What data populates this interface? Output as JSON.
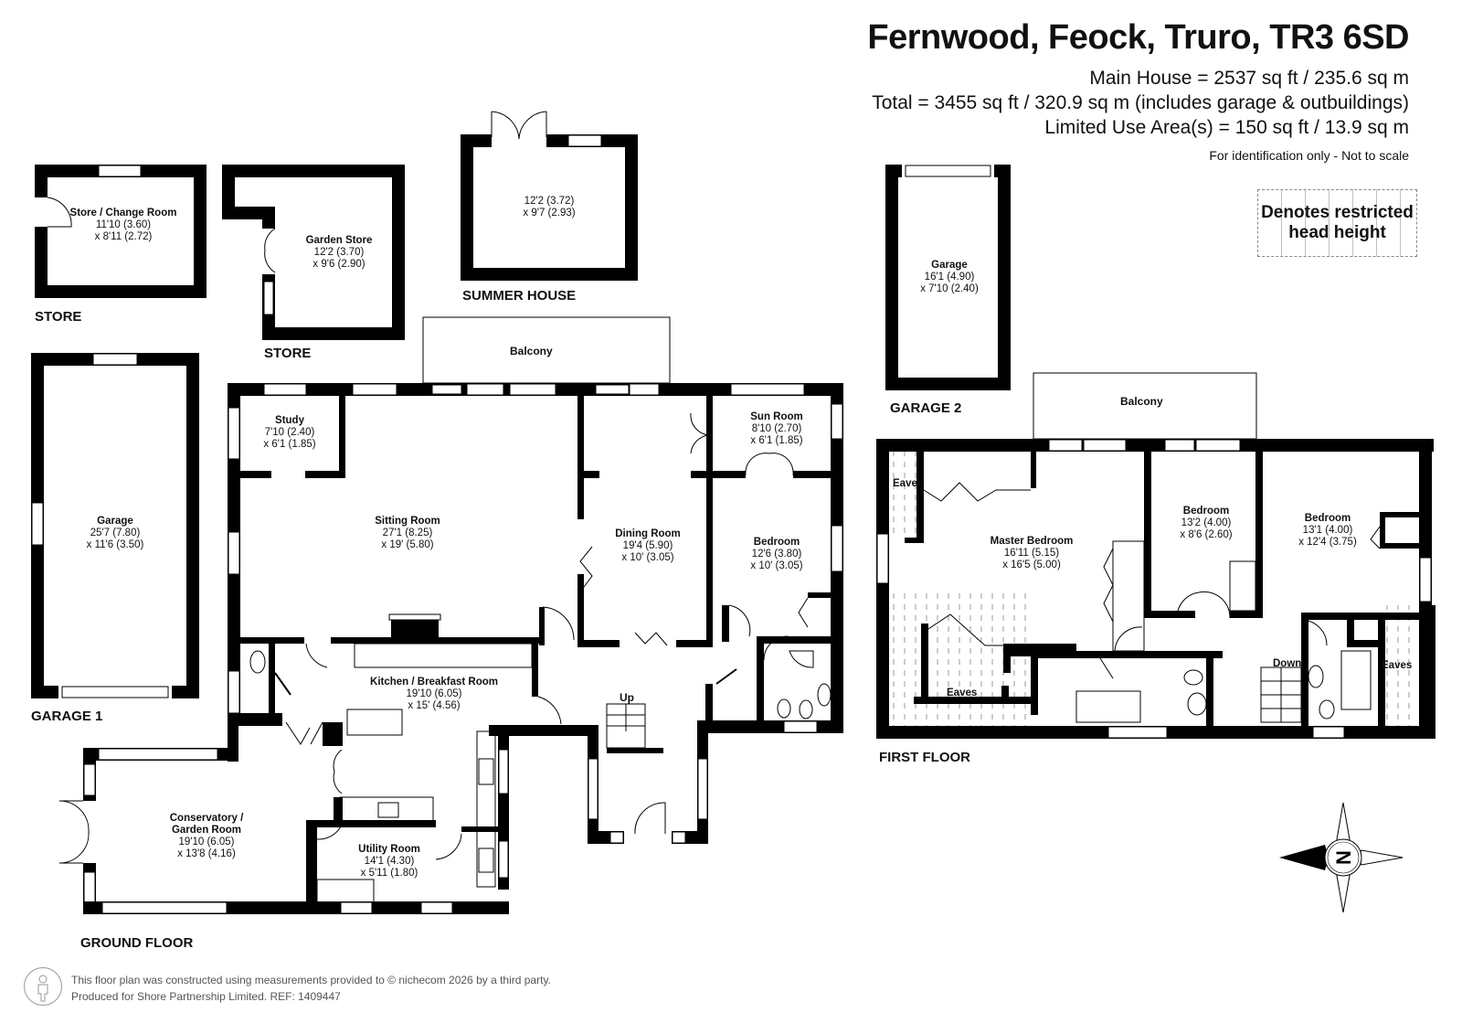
{
  "header": {
    "title": "Fernwood, Feock, Truro, TR3 6SD",
    "main_house": "Main House = 2537 sq ft / 235.6 sq m",
    "total": "Total = 3455 sq ft / 320.9 sq m (includes garage & outbuildings)",
    "limited_use": "Limited Use Area(s) = 150 sq ft / 13.9 sq m",
    "disclaimer": "For identification only - Not to scale"
  },
  "legend": {
    "restricted_head_height": "Denotes restricted head height"
  },
  "sections": {
    "store1": "STORE",
    "store2": "STORE",
    "summer_house": "SUMMER HOUSE",
    "garage1": "GARAGE 1",
    "garage2": "GARAGE 2",
    "ground_floor": "GROUND FLOOR",
    "first_floor": "FIRST FLOOR"
  },
  "rooms": {
    "store_change": {
      "name": "Store / Change Room",
      "dim1": "11'10 (3.60)",
      "dim2": "x 8'11 (2.72)"
    },
    "garden_store": {
      "name": "Garden Store",
      "dim1": "12'2 (3.70)",
      "dim2": "x 9'6 (2.90)"
    },
    "summer_house": {
      "name": "",
      "dim1": "12'2 (3.72)",
      "dim2": "x 9'7 (2.93)"
    },
    "garage1": {
      "name": "Garage",
      "dim1": "25'7 (7.80)",
      "dim2": "x 11'6 (3.50)"
    },
    "garage2": {
      "name": "Garage",
      "dim1": "16'1 (4.90)",
      "dim2": "x 7'10 (2.40)"
    },
    "study": {
      "name": "Study",
      "dim1": "7'10 (2.40)",
      "dim2": "x 6'1 (1.85)"
    },
    "sitting": {
      "name": "Sitting Room",
      "dim1": "27'1 (8.25)",
      "dim2": "x 19' (5.80)"
    },
    "dining": {
      "name": "Dining Room",
      "dim1": "19'4 (5.90)",
      "dim2": "x 10' (3.05)"
    },
    "sun": {
      "name": "Sun Room",
      "dim1": "8'10 (2.70)",
      "dim2": "x 6'1 (1.85)"
    },
    "bedroom_gf": {
      "name": "Bedroom",
      "dim1": "12'6 (3.80)",
      "dim2": "x 10' (3.05)"
    },
    "kitchen": {
      "name": "Kitchen / Breakfast Room",
      "dim1": "19'10 (6.05)",
      "dim2": "x 15' (4.56)"
    },
    "conservatory": {
      "name": "Conservatory / Garden Room",
      "dim1": "19'10 (6.05)",
      "dim2": "x 13'8 (4.16)"
    },
    "utility": {
      "name": "Utility Room",
      "dim1": "14'1 (4.30)",
      "dim2": "x 5'11 (1.80)"
    },
    "master": {
      "name": "Master Bedroom",
      "dim1": "16'11 (5.15)",
      "dim2": "x 16'5 (5.00)"
    },
    "bedroom_ff1": {
      "name": "Bedroom",
      "dim1": "13'2 (4.00)",
      "dim2": "x 8'6 (2.60)"
    },
    "bedroom_ff2": {
      "name": "Bedroom",
      "dim1": "13'1 (4.00)",
      "dim2": "x 12'4 (3.75)"
    }
  },
  "labels": {
    "balcony_gf": "Balcony",
    "balcony_ff": "Balcony",
    "up": "Up",
    "down": "Down",
    "eaves1": "Eaves",
    "eaves2": "Eaves",
    "eaves3": "Eaves"
  },
  "compass": {
    "letter": "N"
  },
  "footer": {
    "line1": "This floor plan was constructed using measurements provided to © nichecom 2026 by a third party.",
    "line2": "Produced for Shore Partnership Limited.   REF: 1409447"
  }
}
